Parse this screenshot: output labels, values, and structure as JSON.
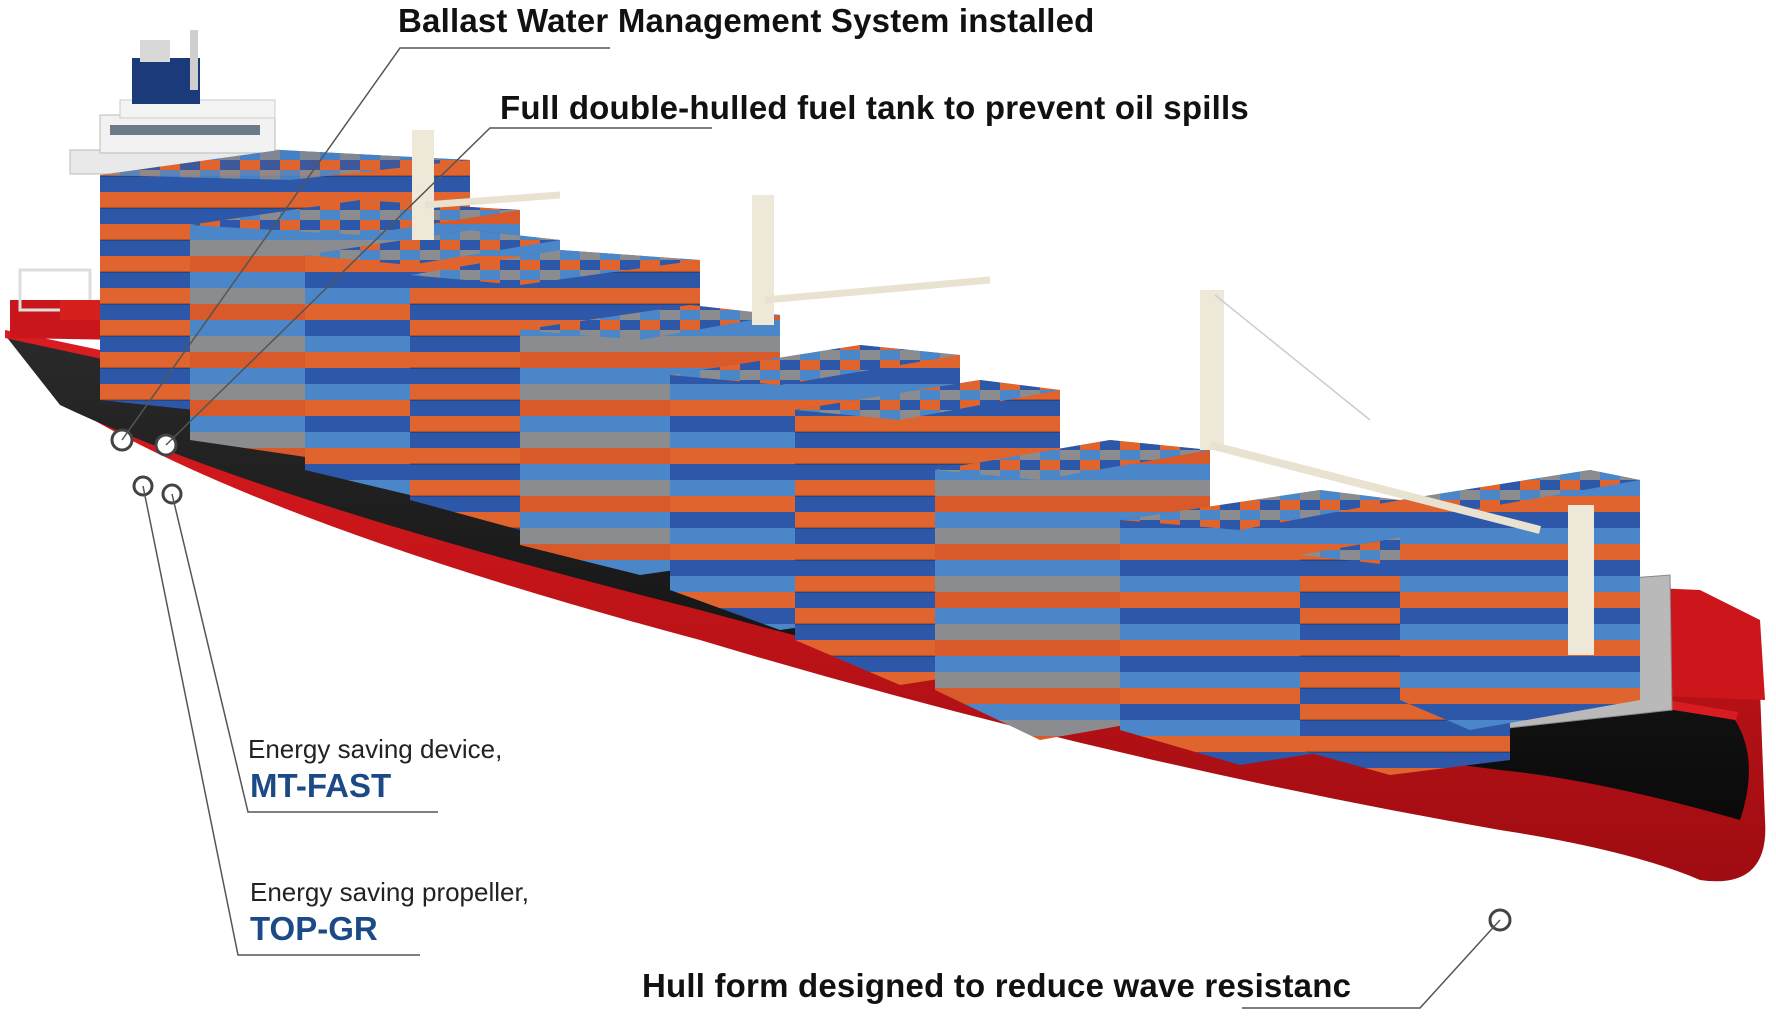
{
  "callouts": {
    "ballast": "Ballast Water Management System installed",
    "double_hull": "Full double-hulled fuel tank to prevent oil spills",
    "mtfast_desc": "Energy saving device,",
    "mtfast_name": "MT-FAST",
    "topgr_desc": "Energy saving propeller,",
    "topgr_name": "TOP-GR",
    "hull_form": "Hull form designed to reduce wave resistanc"
  },
  "colors": {
    "hull_red": "#c8141a",
    "hull_black": "#121212",
    "brand_blue": "#1c4a86",
    "container_orange": "#e0642e",
    "container_blue": "#2d57a8",
    "container_light_blue": "#4a86c8",
    "container_grey": "#8a8c90",
    "crane": "#ece6d6",
    "funnel": "#1b3a7a"
  }
}
